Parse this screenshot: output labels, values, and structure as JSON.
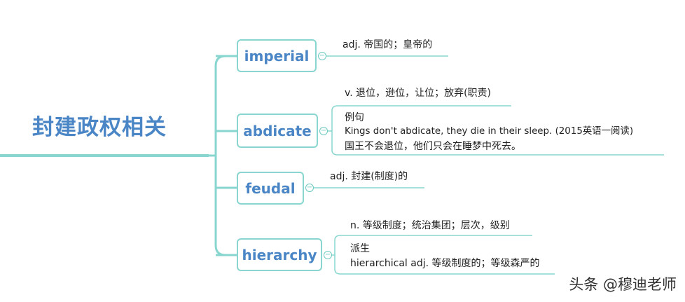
{
  "root": {
    "label": "封建政权相关"
  },
  "branches": [
    {
      "word": "imperial",
      "notes": [
        "adj. 帝国的；皇帝的"
      ]
    },
    {
      "word": "abdicate",
      "notes": [
        "v. 退位，逊位，让位；放弃(职责)"
      ],
      "example": {
        "heading": "例句",
        "en": "Kings don't abdicate, they die in their sleep. (2015英语一阅读)",
        "zh": "国王不会退位，他们只会在睡梦中死去。"
      }
    },
    {
      "word": "feudal",
      "notes": [
        "adj. 封建(制度)的"
      ]
    },
    {
      "word": "hierarchy",
      "notes": [
        "n. 等级制度；统治集团；层次，级别"
      ],
      "derivative": {
        "heading": "派生",
        "text": "hierarchical adj. 等级制度的；等级森严的"
      }
    }
  ],
  "toggle_symbol": "−",
  "watermark": "头条 @穆迪老师",
  "colors": {
    "line": "#88d6cf",
    "node_text": "#4a86c5",
    "root_text": "#4a86c5"
  }
}
